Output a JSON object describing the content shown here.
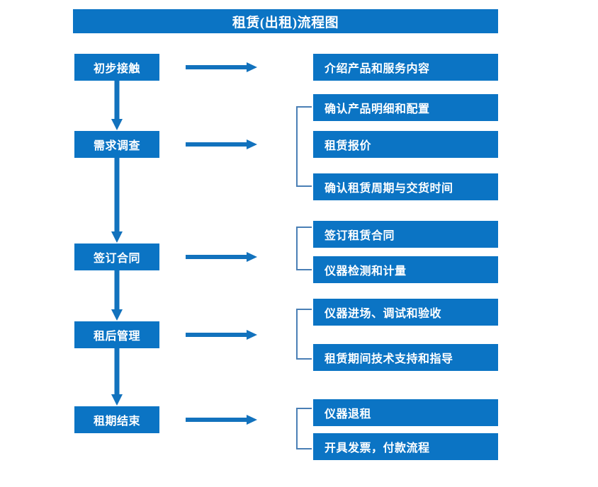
{
  "diagram": {
    "title": "租赁(出租)流程图",
    "accent_color": "#0b74c4",
    "bracket_color": "#4a7fb5",
    "text_color": "#ffffff",
    "background_color": "#ffffff"
  },
  "stages": [
    {
      "id": "stage-1",
      "label": "初步接触"
    },
    {
      "id": "stage-2",
      "label": "需求调查"
    },
    {
      "id": "stage-3",
      "label": "签订合同"
    },
    {
      "id": "stage-4",
      "label": "租后管理"
    },
    {
      "id": "stage-5",
      "label": "租期结束"
    }
  ],
  "details": [
    {
      "id": "detail-1",
      "label": "介绍产品和服务内容"
    },
    {
      "id": "detail-2",
      "label": "确认产品明细和配置"
    },
    {
      "id": "detail-3",
      "label": "租赁报价"
    },
    {
      "id": "detail-4",
      "label": "确认租赁周期与交货时间"
    },
    {
      "id": "detail-5",
      "label": "签订租赁合同"
    },
    {
      "id": "detail-6",
      "label": "仪器检测和计量"
    },
    {
      "id": "detail-7",
      "label": "仪器进场、调试和验收"
    },
    {
      "id": "detail-8",
      "label": "租赁期间技术支持和指导"
    },
    {
      "id": "detail-9",
      "label": "仪器退租"
    },
    {
      "id": "detail-10",
      "label": "开具发票，付款流程"
    }
  ],
  "chart_data": {
    "type": "diagram",
    "title": "租赁(出租)流程图",
    "orientation": "vertical-process-with-side-details",
    "nodes": [
      {
        "stage": "初步接触",
        "details": [
          "介绍产品和服务内容"
        ]
      },
      {
        "stage": "需求调查",
        "details": [
          "确认产品明细和配置",
          "租赁报价",
          "确认租赁周期与交货时间"
        ]
      },
      {
        "stage": "签订合同",
        "details": [
          "签订租赁合同",
          "仪器检测和计量"
        ]
      },
      {
        "stage": "租后管理",
        "details": [
          "仪器进场、调试和验收",
          "租赁期间技术支持和指导"
        ]
      },
      {
        "stage": "租期结束",
        "details": [
          "仪器退租",
          "开具发票，付款流程"
        ]
      }
    ],
    "edges": [
      {
        "from": "初步接触",
        "to": "需求调查",
        "type": "down-arrow"
      },
      {
        "from": "需求调查",
        "to": "签订合同",
        "type": "down-arrow"
      },
      {
        "from": "签订合同",
        "to": "租后管理",
        "type": "down-arrow"
      },
      {
        "from": "租后管理",
        "to": "租期结束",
        "type": "down-arrow"
      },
      {
        "from": "初步接触",
        "to": "介绍产品和服务内容",
        "type": "right-arrow"
      },
      {
        "from": "需求调查",
        "to": "需求调查详情组",
        "type": "right-arrow"
      },
      {
        "from": "签订合同",
        "to": "签订合同详情组",
        "type": "right-arrow"
      },
      {
        "from": "租后管理",
        "to": "租后管理详情组",
        "type": "right-arrow"
      },
      {
        "from": "租期结束",
        "to": "租期结束详情组",
        "type": "right-arrow"
      }
    ]
  }
}
